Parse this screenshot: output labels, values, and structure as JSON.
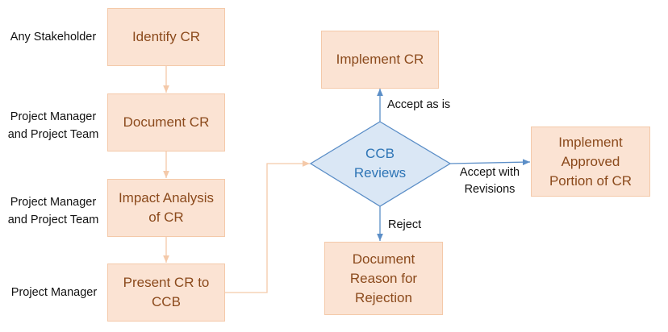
{
  "roles": [
    "Any Stakeholder",
    "Project Manager\nand Project Team",
    "Project Manager\nand Project Team",
    "Project Manager"
  ],
  "steps": [
    "Identify CR",
    "Document CR",
    "Impact Analysis\nof CR",
    "Present CR to\nCCB"
  ],
  "decision": "CCB\nReviews",
  "outcomes": {
    "accept": "Implement CR",
    "revise": "Implement\nApproved\nPortion of CR",
    "reject": "Document\nReason for\nRejection"
  },
  "edge_labels": {
    "accept": "Accept as is",
    "revise": "Accept with\nRevisions",
    "reject": "Reject"
  },
  "colors": {
    "step_fill": "#fbe3d3",
    "step_border": "#f4c9a9",
    "step_text": "#8b4a1c",
    "decision_fill": "#dae7f5",
    "decision_border": "#5b8ec7",
    "decision_text": "#2e75b6"
  }
}
